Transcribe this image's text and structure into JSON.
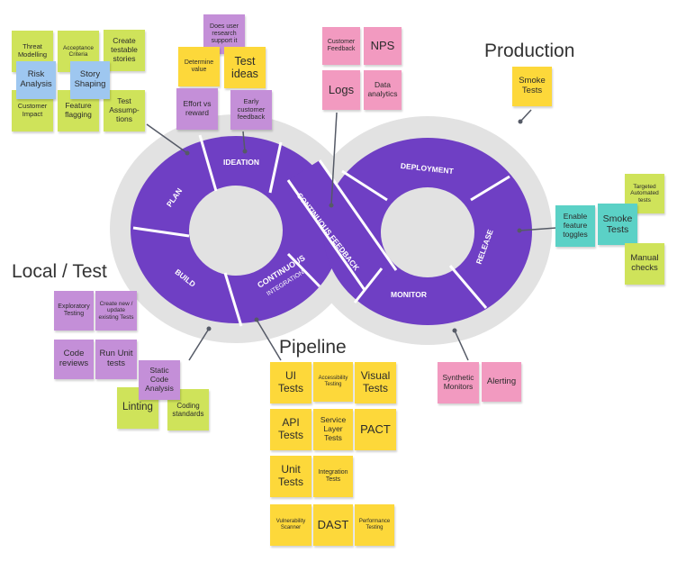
{
  "colors": {
    "loop_purple": "#6f3fc4",
    "ring_grey": "#e2e2e2",
    "divider": "#ffffff",
    "connector": "#555a66",
    "note_green": "#cfe35a",
    "note_blue": "#9ec7f0",
    "note_purple": "#c48fd8",
    "note_yellow": "#fdd83a",
    "note_pink": "#f29ac0",
    "note_teal": "#5bd1c6"
  },
  "headings": {
    "production": "Production",
    "local_test": "Local / Test",
    "pipeline": "Pipeline"
  },
  "segments": {
    "ideation": "IDEATION",
    "plan": "PLAN",
    "build": "BUILD",
    "continuous_integration_1": "CONTINUOUS",
    "continuous_integration_2": "INTEGRATION",
    "continuous_feedback": "CONTINUOUS FEEDBACK",
    "deployment": "DEPLOYMENT",
    "release": "RELEASE",
    "monitor": "MONITOR"
  },
  "notes": {
    "threat_modelling": "Threat Modelling",
    "acceptance_criteria": "Acceptance Criteria",
    "create_testable_stories": "Create testable stories",
    "risk_analysis": "Risk Analysis",
    "story_shaping": "Story Shaping",
    "customer_impact": "Customer Impact",
    "feature_flagging": "Feature flagging",
    "test_assumptions": "Test Assump-tions",
    "does_user_research": "Does user research support it",
    "determine_value": "Determine value",
    "test_ideas": "Test ideas",
    "effort_vs_reward": "Effort vs reward",
    "early_customer_feedback": "Early customer feedback",
    "customer_feedback": "Customer Feedback",
    "nps": "NPS",
    "logs": "Logs",
    "data_analytics": "Data analytics",
    "smoke_tests_production": "Smoke Tests",
    "targeted_automated_tests": "Targeted Automated tests",
    "enable_feature_toggles": "Enable feature toggles",
    "smoke_tests_release": "Smoke Tests",
    "manual_checks": "Manual checks",
    "synthetic_monitors": "Synthetic Monitors",
    "alerting": "Alerting",
    "exploratory_testing": "Exploratory Testing",
    "create_update_tests": "Create new / update existing Tests",
    "code_reviews": "Code reviews",
    "run_unit_tests": "Run Unit tests",
    "static_code_analysis": "Static Code Analysis",
    "linting": "Linting",
    "coding_standards": "Coding standards",
    "ui_tests": "UI Tests",
    "accessibility_testing": "Accessibility Testing",
    "visual_tests": "Visual Tests",
    "api_tests": "API Tests",
    "service_layer_tests": "Service Layer Tests",
    "pact": "PACT",
    "unit_tests": "Unit Tests",
    "integration_tests": "Integration Tests",
    "vulnerability_scanner": "Vulnerability Scanner",
    "dast": "DAST",
    "performance_testing": "Performance Testing"
  }
}
